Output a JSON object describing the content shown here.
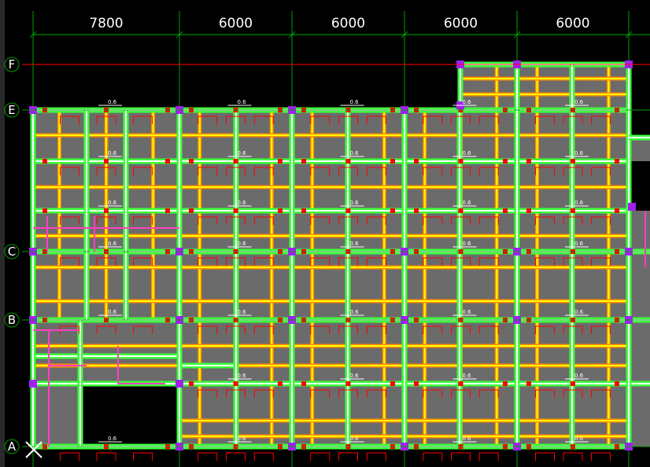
{
  "plan": {
    "spans": [
      {
        "label": "7800"
      },
      {
        "label": "6000"
      },
      {
        "label": "6000"
      },
      {
        "label": "6000"
      },
      {
        "label": "6000"
      }
    ],
    "grid_axes": [
      {
        "label": "F"
      },
      {
        "label": "E"
      },
      {
        "label": "C"
      },
      {
        "label": "B"
      },
      {
        "label": "A"
      }
    ],
    "beam_tag": "0.6",
    "colors": {
      "background": "#000000",
      "slab": "#6b6b6b",
      "beam": "#ffff00",
      "beam_edge": "#ff8c00",
      "main_beam": "#ffffff",
      "main_beam_glow": "#3cff3c",
      "column": "#a020f0",
      "rebar": "#ff0000",
      "highlight": "#ff40c0",
      "grid_line": "#00a000",
      "axis_line": "#ff0000"
    }
  }
}
